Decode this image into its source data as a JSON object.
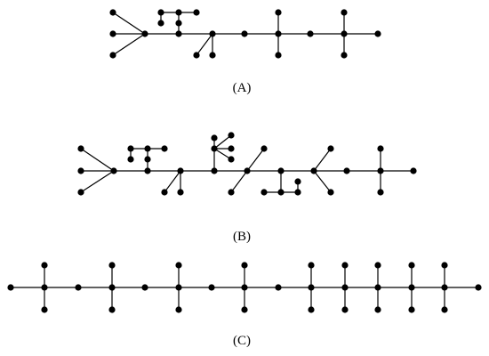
{
  "figure": {
    "colors": {
      "node": "#000000",
      "edge": "#000000",
      "background": "#ffffff"
    },
    "panels": [
      {
        "id": "A",
        "caption": "(A)"
      },
      {
        "id": "B",
        "caption": "(B)"
      },
      {
        "id": "C",
        "caption": "(C)"
      }
    ]
  }
}
